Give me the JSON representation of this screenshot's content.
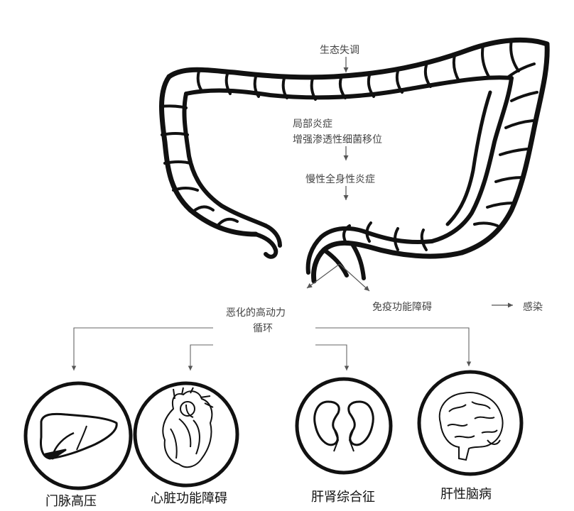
{
  "labels": {
    "dysbiosis": "生态失调",
    "local_inflammation": "局部炎症",
    "permeability": "增强渗透性细菌移位",
    "chronic_inflammation": "慢性全身性炎症",
    "circulation_line1": "恶化的高动力",
    "circulation_line2": "循环",
    "immune": "免疫功能障碍",
    "infection": "感染"
  },
  "outcomes": [
    {
      "label": "门脉高压",
      "icon": "liver-icon"
    },
    {
      "label": "心脏功能障碍",
      "icon": "heart-icon"
    },
    {
      "label": "肝肾综合征",
      "icon": "kidneys-icon"
    },
    {
      "label": "肝性脑病",
      "icon": "brain-icon"
    }
  ]
}
